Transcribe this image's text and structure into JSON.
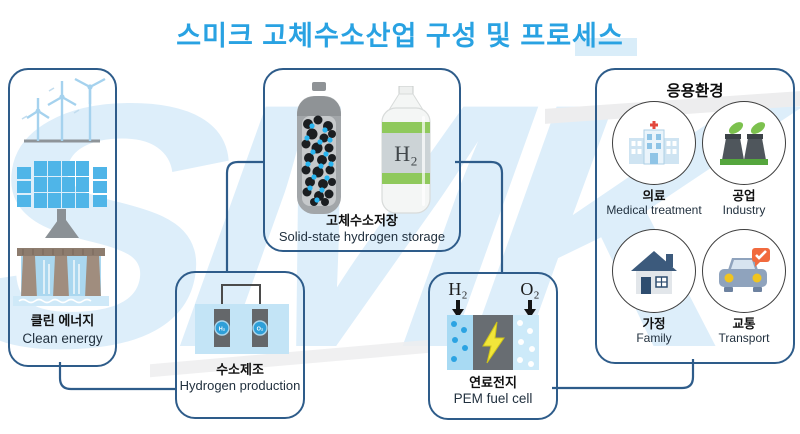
{
  "title": "스미크 고체수소산업 구성 및 프로세스",
  "watermark": {
    "text": "SMK"
  },
  "clean_energy": {
    "label_ko": "클린 에너지",
    "label_en": "Clean energy"
  },
  "storage": {
    "label_ko": "고체수소저장",
    "label_en": "Solid-state hydrogen storage",
    "bottle_label": "H₂"
  },
  "production": {
    "label_ko": "수소제조",
    "label_en": "Hydrogen production",
    "anode_label": "H₂",
    "cathode_label": "O₂"
  },
  "fuel_cell": {
    "label_ko": "연료전지",
    "label_en": "PEM fuel cell",
    "input_left": "H₂",
    "input_right": "O₂"
  },
  "applications": {
    "title": "응용환경",
    "items": [
      {
        "label_ko": "의료",
        "label_en": "Medical treatment",
        "icon": "hospital-icon"
      },
      {
        "label_ko": "공업",
        "label_en": "Industry",
        "icon": "factory-icon"
      },
      {
        "label_ko": "가정",
        "label_en": "Family",
        "icon": "house-icon"
      },
      {
        "label_ko": "교통",
        "label_en": "Transport",
        "icon": "car-icon"
      }
    ]
  },
  "colors": {
    "title_blue": "#29a2e2",
    "box_border": "#2e5c8a",
    "accent_blue": "#2ba3e2",
    "storage_dot_blue": "#29b5f0",
    "bolt_yellow": "#f2e63a",
    "badge_orange": "#f16a3e",
    "eco_green": "#8fc95c"
  }
}
